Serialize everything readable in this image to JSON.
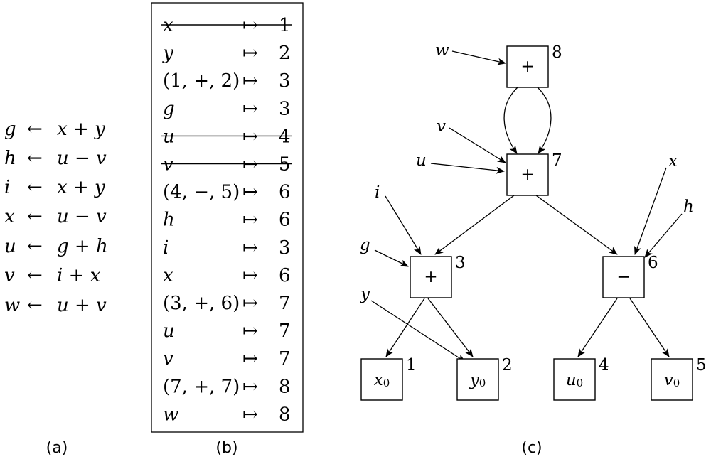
{
  "panel_a": {
    "caption": "(a)",
    "rows": [
      {
        "lhs": "g",
        "arrow": "←",
        "expr": "x + y"
      },
      {
        "lhs": "h",
        "arrow": "←",
        "expr": "u − v"
      },
      {
        "lhs": "i",
        "arrow": "←",
        "expr": "x + y"
      },
      {
        "lhs": "x",
        "arrow": "←",
        "expr": "u − v"
      },
      {
        "lhs": "u",
        "arrow": "←",
        "expr": "g + h"
      },
      {
        "lhs": "v",
        "arrow": "←",
        "expr": "i + x"
      },
      {
        "lhs": "w",
        "arrow": "←",
        "expr": "u + v"
      }
    ]
  },
  "panel_b": {
    "caption": "(b)",
    "rows": [
      {
        "key": "x",
        "map": "↦",
        "value": "1",
        "struck": true
      },
      {
        "key": "y",
        "map": "↦",
        "value": "2",
        "struck": false
      },
      {
        "key": "(1, +, 2)",
        "map": "↦",
        "value": "3",
        "struck": false
      },
      {
        "key": "g",
        "map": "↦",
        "value": "3",
        "struck": false
      },
      {
        "key": "u",
        "map": "↦",
        "value": "4",
        "struck": true
      },
      {
        "key": "v",
        "map": "↦",
        "value": "5",
        "struck": true
      },
      {
        "key": "(4, −, 5)",
        "map": "↦",
        "value": "6",
        "struck": false
      },
      {
        "key": "h",
        "map": "↦",
        "value": "6",
        "struck": false
      },
      {
        "key": "i",
        "map": "↦",
        "value": "3",
        "struck": false
      },
      {
        "key": "x",
        "map": "↦",
        "value": "6",
        "struck": false
      },
      {
        "key": "(3, +, 6)",
        "map": "↦",
        "value": "7",
        "struck": false
      },
      {
        "key": "u",
        "map": "↦",
        "value": "7",
        "struck": false
      },
      {
        "key": "v",
        "map": "↦",
        "value": "7",
        "struck": false
      },
      {
        "key": "(7, +, 7)",
        "map": "↦",
        "value": "8",
        "struck": false
      },
      {
        "key": "w",
        "map": "↦",
        "value": "8",
        "struck": false
      }
    ]
  },
  "panel_c": {
    "caption": "(c)",
    "nodes": [
      {
        "id": "8",
        "number": "8",
        "op": "+"
      },
      {
        "id": "7",
        "number": "7",
        "op": "+"
      },
      {
        "id": "3",
        "number": "3",
        "op": "+"
      },
      {
        "id": "6",
        "number": "6",
        "op": "−"
      },
      {
        "id": "1",
        "number": "1",
        "op": "x",
        "sub": "0"
      },
      {
        "id": "2",
        "number": "2",
        "op": "y",
        "sub": "0"
      },
      {
        "id": "4",
        "number": "4",
        "op": "u",
        "sub": "0"
      },
      {
        "id": "5",
        "number": "5",
        "op": "v",
        "sub": "0"
      }
    ],
    "edges": [
      {
        "from": "8",
        "to": "7"
      },
      {
        "from": "8",
        "to": "7"
      },
      {
        "from": "7",
        "to": "3"
      },
      {
        "from": "7",
        "to": "6"
      },
      {
        "from": "3",
        "to": "1"
      },
      {
        "from": "3",
        "to": "2"
      },
      {
        "from": "6",
        "to": "4"
      },
      {
        "from": "6",
        "to": "5"
      }
    ],
    "var_labels": [
      {
        "name": "w",
        "target": "8"
      },
      {
        "name": "v",
        "target": "7"
      },
      {
        "name": "u",
        "target": "7"
      },
      {
        "name": "i",
        "target": "3"
      },
      {
        "name": "g",
        "target": "3"
      },
      {
        "name": "y",
        "target": "2"
      },
      {
        "name": "x",
        "target": "6"
      },
      {
        "name": "h",
        "target": "6"
      }
    ]
  }
}
